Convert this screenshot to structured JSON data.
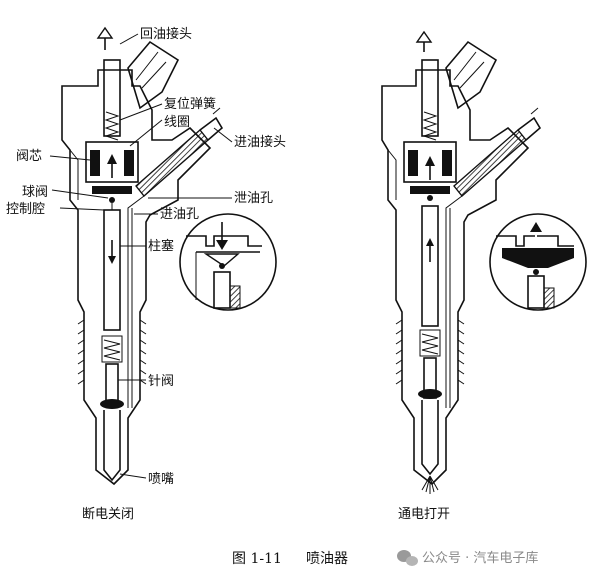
{
  "labels": {
    "return_joint": "回油接头",
    "reset_spring": "复位弹簧",
    "coil": "线圈",
    "valve_core": "阀芯",
    "inlet_joint": "进油接头",
    "ball_valve": "球阀",
    "drain_hole": "泄油孔",
    "control_chamber": "控制腔",
    "inlet_hole": "进油孔",
    "plunger": "柱塞",
    "needle_valve": "针阀",
    "nozzle": "喷嘴"
  },
  "states": {
    "off": "断电关闭",
    "on": "通电打开"
  },
  "caption": {
    "number": "图 1-11",
    "title": "喷油器"
  },
  "watermark": {
    "text": "公众号 · 汽车电子库"
  }
}
